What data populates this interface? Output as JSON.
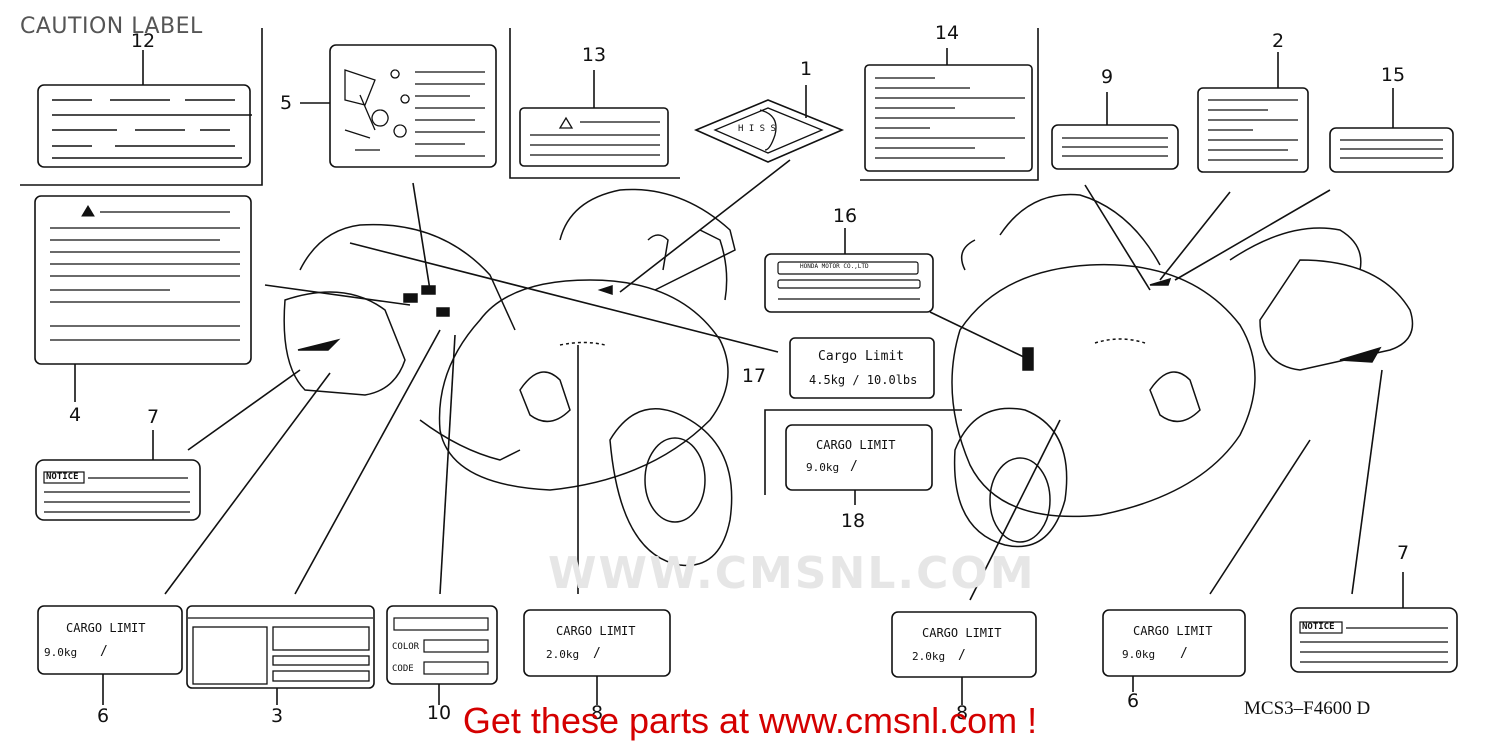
{
  "page_title": "CAUTION LABEL",
  "banner": "Get these parts at www.cmsnl.com !",
  "diagram_code": "MCS3–F4600 D",
  "watermark": "WWW.CMSNL.COM",
  "callouts": [
    "1",
    "2",
    "3",
    "4",
    "5",
    "6",
    "6",
    "7",
    "7",
    "8",
    "8",
    "9",
    "10",
    "12",
    "13",
    "14",
    "15",
    "16",
    "17",
    "18"
  ],
  "labels": {
    "notice": "NOTICE",
    "cargo_limit_caps": "CARGO LIMIT",
    "cargo_limit_mixed": "Cargo Limit",
    "weight_9kg": "9.0kg",
    "weight_2kg": "2.0kg",
    "weight_45kg": "4.5kg / 10.0lbs",
    "slash": "/",
    "color": "COLOR",
    "code": "CODE",
    "his": "H I S S",
    "maker": "HONDA MOTOR CO.,LTD"
  },
  "colors": {
    "line": "#111111",
    "banner": "#d40000",
    "title": "#555555",
    "watermark": "#e6e6e6"
  }
}
